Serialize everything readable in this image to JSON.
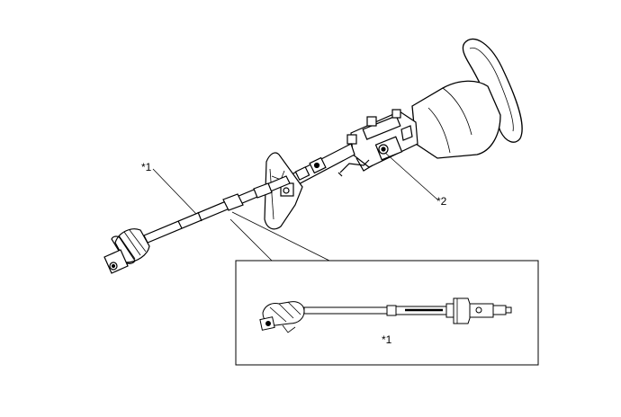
{
  "callouts": {
    "main_shaft": "*1",
    "column_assembly": "*2",
    "detail_shaft": "*1"
  },
  "colors": {
    "line": "#000000",
    "background": "#ffffff",
    "shade": "#e6e6e6"
  }
}
